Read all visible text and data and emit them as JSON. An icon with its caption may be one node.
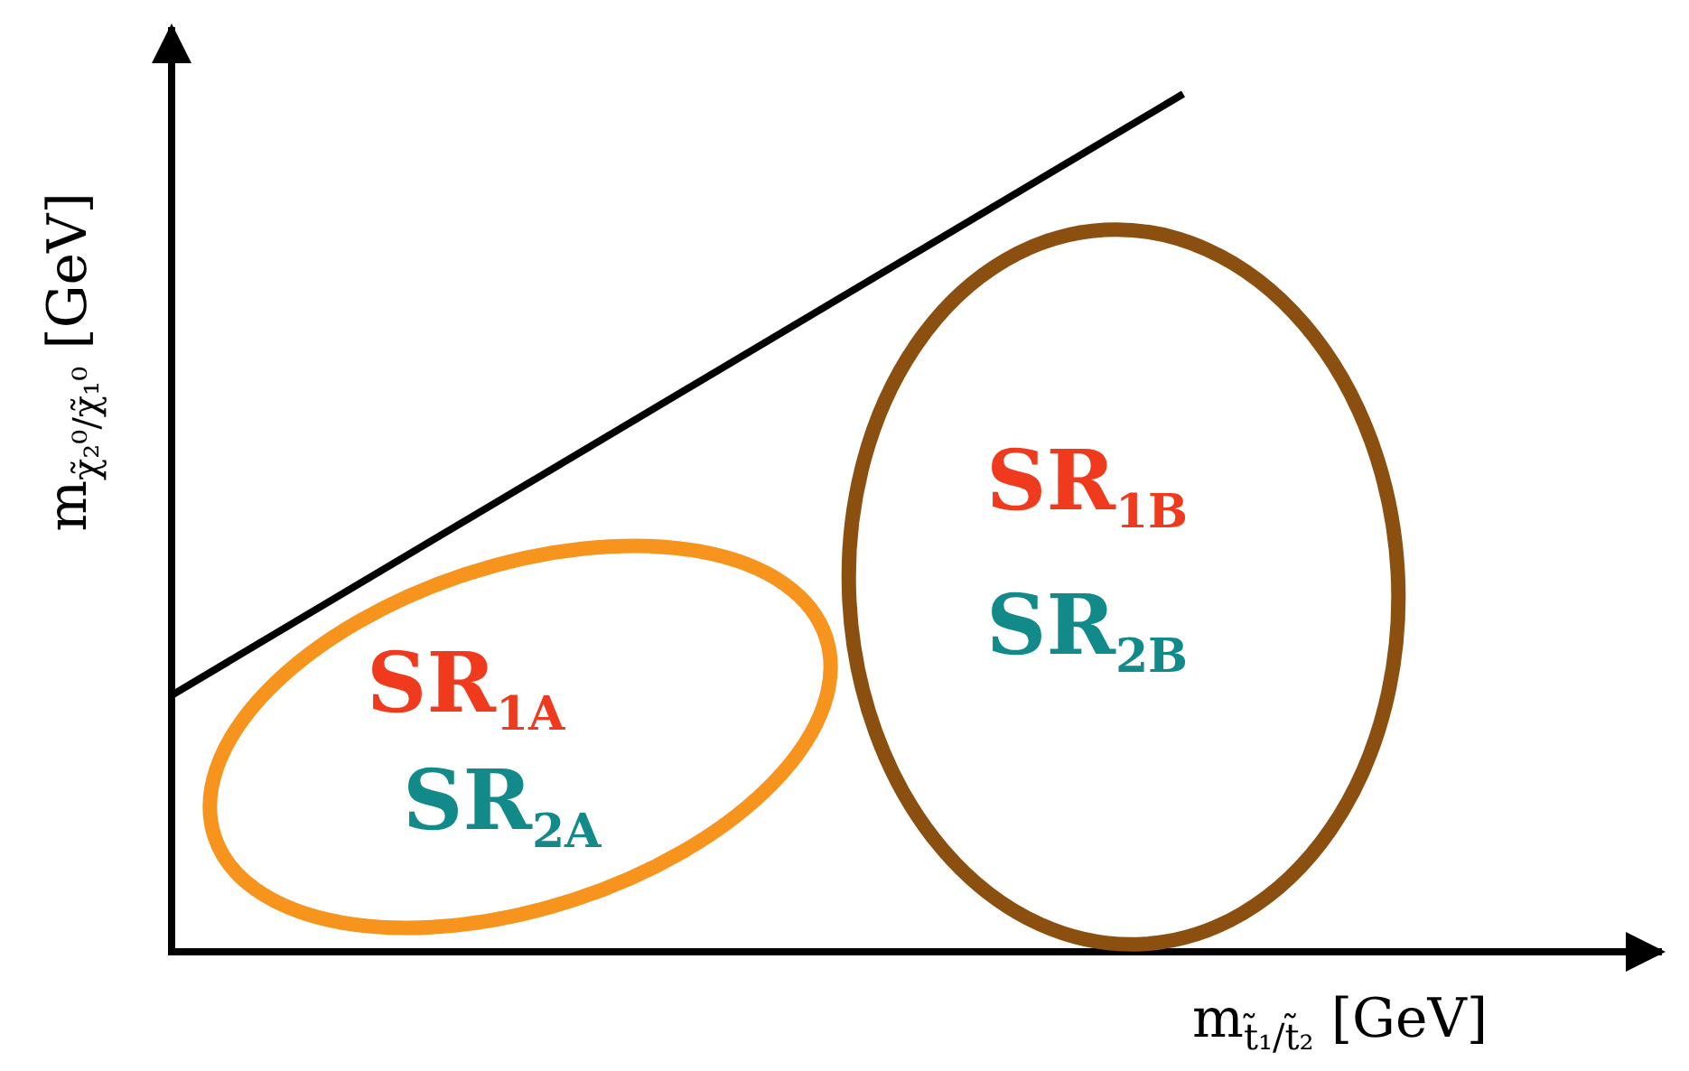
{
  "diagram": {
    "nodes": [
      {
        "text": [
          "SR$_{1A}$",
          "SR$_{2A}$"
        ]
      },
      {
        "text": [
          "SR$_{1B}$",
          "SR$_{2B}$"
        ]
      }
    ],
    "labels": [
      "m$_{χ̃₂⁰/χ̃₁⁰}$ [GeV]",
      "m$_{t̃₁/t̃₂}$  [GeV]"
    ]
  }
}
